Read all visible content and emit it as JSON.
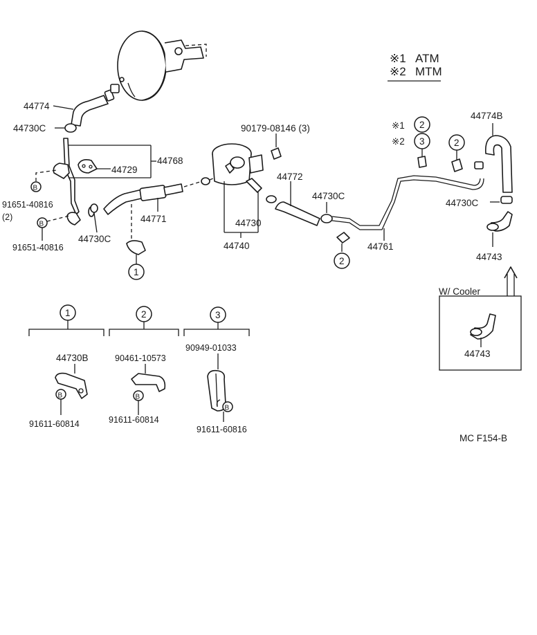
{
  "legend": {
    "row1_mark": "※1",
    "row1_text": "ATM",
    "row2_mark": "※2",
    "row2_text": "MTM"
  },
  "labels": {
    "p44774": "44774",
    "p44730c_a": "44730C",
    "p44768": "44768",
    "p44729": "44729",
    "p91651_a": "91651-40816",
    "p91651_a_qty": "(2)",
    "p91651_b": "91651-40816",
    "p44730c_b": "44730C",
    "p44771": "44771",
    "p90179": "90179-08146 (3)",
    "p44772": "44772",
    "p44730c_c": "44730C",
    "p44730": "44730",
    "p44740": "44740",
    "p44761": "44761",
    "p44774b": "44774B",
    "p44730c_d": "44730C",
    "p44743": "44743",
    "mark1": "※1",
    "mark2": "※2"
  },
  "callouts": {
    "c1": "1",
    "c2": "2",
    "c3": "3",
    "b_mark": "B"
  },
  "cooler_box": {
    "title": "W/ Cooler",
    "part": "44743"
  },
  "detail": {
    "d1_part": "44730B",
    "d1_bolt": "91611-60814",
    "d2_part": "90461-10573",
    "d2_bolt": "91611-60814",
    "d3_part": "90949-01033",
    "d3_bolt": "91611-60816"
  },
  "figure_code": "MC F154-B"
}
